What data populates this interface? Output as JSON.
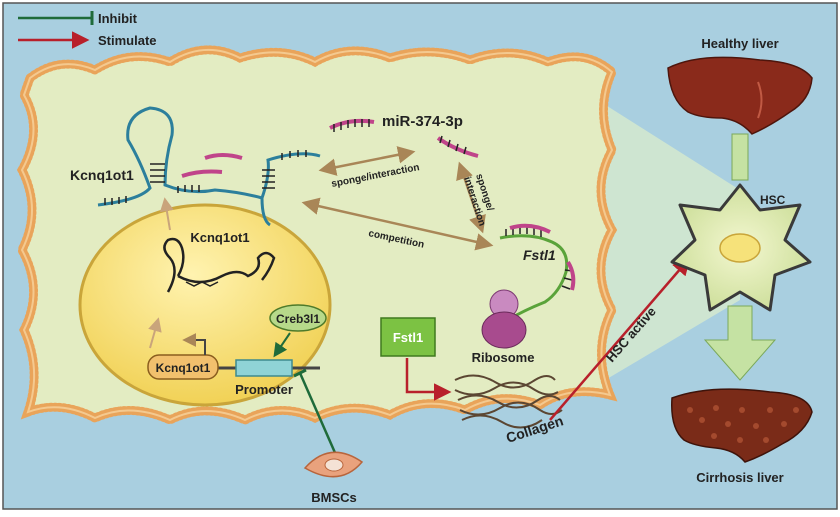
{
  "legend": {
    "inhibit": "Inhibit",
    "stimulate": "Stimulate"
  },
  "labels": {
    "kcnq1ot1_cyto": "Kcnq1ot1",
    "kcnq1ot1_nucleus": "Kcnq1ot1",
    "kcnq1ot1_gene": "Kcnq1ot1",
    "promoter": "Promoter",
    "creb3l1": "Creb3l1",
    "mirna": "miR-374-3p",
    "sponge1": "sponge/interaction",
    "sponge2_a": "sponge/",
    "sponge2_b": "interaction",
    "competition": "competition",
    "fstl1_mrna": "Fstl1",
    "fstl1_protein": "Fstl1",
    "ribosome": "Ribosome",
    "collagen": "Collagen",
    "hsc_active": "HSC active",
    "hsc": "HSC",
    "healthy_liver": "Healthy liver",
    "cirrhosis_liver": "Cirrhosis liver",
    "bmscs": "BMSCs"
  },
  "colors": {
    "background": "#a9cfe0",
    "cell_fill": "#e3ecc2",
    "cell_membrane": "#e9a45a",
    "nucleus": "#f6e27a",
    "inhibit": "#1f6b3a",
    "stimulate": "#b8202b",
    "interaction_arrow": "#a98657",
    "creb_fill": "#b7d98a",
    "fstl1_box": "#7cc243",
    "ribosome": "#b05a97",
    "liver_healthy": "#8a2a1b",
    "liver_cirrhosis": "#7a2b18",
    "hsc_arrow": "#c5e2a3"
  }
}
